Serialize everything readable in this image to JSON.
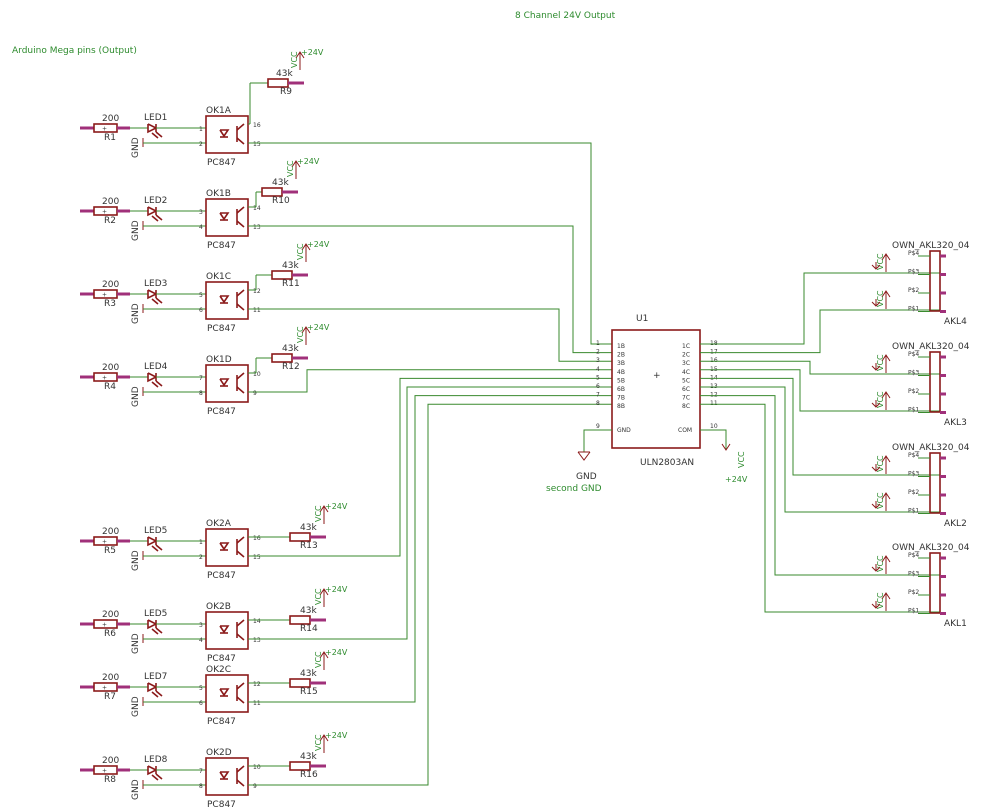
{
  "title": "8 Channel 24V Output",
  "input_label": "Arduino Mega pins (Output)",
  "channels": [
    {
      "res": "R1",
      "led": "LED1",
      "ok": "OK1A",
      "pin_in": "1",
      "pin_k": "2",
      "pin_c": "16",
      "pin_e": "15",
      "pull": "R9",
      "pull_val": "43k"
    },
    {
      "res": "R2",
      "led": "LED2",
      "ok": "OK1B",
      "pin_in": "3",
      "pin_k": "4",
      "pin_c": "14",
      "pin_e": "13",
      "pull": "R10",
      "pull_val": "43k"
    },
    {
      "res": "R3",
      "led": "LED3",
      "ok": "OK1C",
      "pin_in": "5",
      "pin_k": "6",
      "pin_c": "12",
      "pin_e": "11",
      "pull": "R11",
      "pull_val": "43k"
    },
    {
      "res": "R4",
      "led": "LED4",
      "ok": "OK1D",
      "pin_in": "7",
      "pin_k": "8",
      "pin_c": "10",
      "pin_e": "9",
      "pull": "R12",
      "pull_val": "43k"
    },
    {
      "res": "R5",
      "led": "LED5",
      "ok": "OK2A",
      "pin_in": "1",
      "pin_k": "2",
      "pin_c": "16",
      "pin_e": "15",
      "pull": "R13",
      "pull_val": "43k"
    },
    {
      "res": "R6",
      "led": "LED5",
      "ok": "OK2B",
      "pin_in": "3",
      "pin_k": "4",
      "pin_c": "14",
      "pin_e": "13",
      "pull": "R14",
      "pull_val": "43k"
    },
    {
      "res": "R7",
      "led": "LED7",
      "ok": "OK2C",
      "pin_in": "5",
      "pin_k": "6",
      "pin_c": "12",
      "pin_e": "11",
      "pull": "R15",
      "pull_val": "43k"
    },
    {
      "res": "R8",
      "led": "LED8",
      "ok": "OK2D",
      "pin_in": "7",
      "pin_k": "8",
      "pin_c": "10",
      "pin_e": "9",
      "pull": "R16",
      "pull_val": "43k"
    }
  ],
  "common": {
    "res_value": "200",
    "gnd": "GND",
    "vcc": "VCC",
    "v24": "+24V",
    "ok_part": "PC847"
  },
  "uln": {
    "ref": "U1",
    "part": "ULN2803AN",
    "left_pins": [
      {
        "num": "1",
        "name": "1B"
      },
      {
        "num": "2",
        "name": "2B"
      },
      {
        "num": "3",
        "name": "3B"
      },
      {
        "num": "4",
        "name": "4B"
      },
      {
        "num": "5",
        "name": "5B"
      },
      {
        "num": "6",
        "name": "6B"
      },
      {
        "num": "7",
        "name": "7B"
      },
      {
        "num": "8",
        "name": "8B"
      }
    ],
    "right_pins": [
      {
        "num": "18",
        "name": "1C"
      },
      {
        "num": "17",
        "name": "2C"
      },
      {
        "num": "16",
        "name": "3C"
      },
      {
        "num": "15",
        "name": "4C"
      },
      {
        "num": "14",
        "name": "5C"
      },
      {
        "num": "13",
        "name": "6C"
      },
      {
        "num": "12",
        "name": "7C"
      },
      {
        "num": "11",
        "name": "8C"
      }
    ],
    "gnd_pin": {
      "num": "9",
      "name": "GND"
    },
    "com_pin": {
      "num": "10",
      "name": "COM"
    },
    "plus": "+",
    "gnd_net": "GND",
    "second_gnd": "second GND",
    "com_vcc": "VCC",
    "com_v24": "+24V"
  },
  "connectors": [
    {
      "ref": "AKL4",
      "part": "OWN_AKL320_04",
      "pins": [
        "P$4",
        "P$3",
        "P$2",
        "P$1"
      ]
    },
    {
      "ref": "AKL3",
      "part": "OWN_AKL320_04",
      "pins": [
        "P$4",
        "P$3",
        "P$2",
        "P$1"
      ]
    },
    {
      "ref": "AKL2",
      "part": "OWN_AKL320_04",
      "pins": [
        "P$4",
        "P$3",
        "P$2",
        "P$1"
      ]
    },
    {
      "ref": "AKL1",
      "part": "OWN_AKL320_04",
      "pins": [
        "P$4",
        "P$3",
        "P$2",
        "P$1"
      ]
    }
  ]
}
